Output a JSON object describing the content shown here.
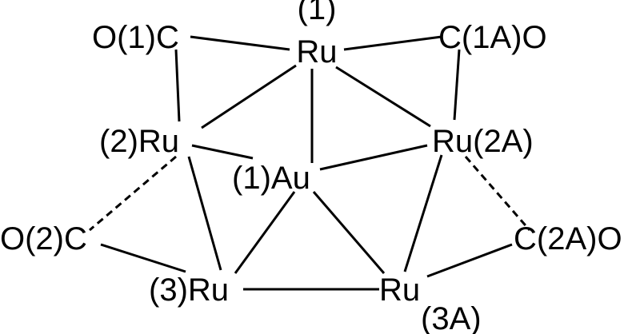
{
  "atoms": {
    "ru1": "Ru",
    "ru1_index": "(1)",
    "ru2": "(2)Ru",
    "ru2a": "Ru(2A)",
    "au1": "(1)Au",
    "ru3": "(3)Ru",
    "ru3a": "Ru",
    "ru3a_index": "(3A)",
    "c1o": "O(1)C",
    "c1ao": "C(1A)O",
    "c2o": "O(2)C",
    "c2ao": "C(2A)O"
  },
  "colors": {
    "ink": "#000000",
    "background": "#ffffff"
  }
}
